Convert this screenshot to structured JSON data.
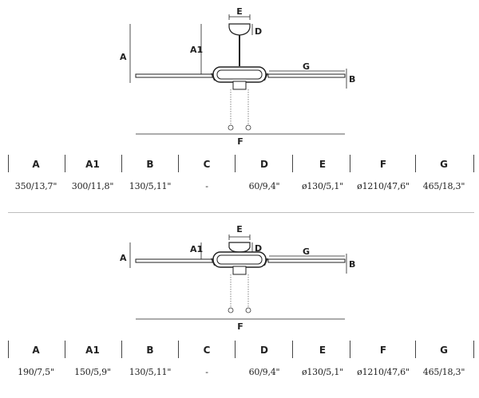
{
  "sections": [
    {
      "diagram": {
        "labels": {
          "a": "A",
          "a1": "A1",
          "b": "B",
          "d": "D",
          "e": "E",
          "f": "F",
          "g": "G"
        }
      },
      "table": {
        "headers": [
          "A",
          "A1",
          "B",
          "C",
          "D",
          "E",
          "F",
          "G"
        ],
        "values": [
          "350/13,7\"",
          "300/11,8\"",
          "130/5,11\"",
          "-",
          "60/9,4\"",
          "ø130/5,1\"",
          "ø1210/47,6\"",
          "465/18,3\""
        ]
      }
    },
    {
      "diagram": {
        "labels": {
          "a": "A",
          "a1": "A1",
          "b": "B",
          "d": "D",
          "e": "E",
          "f": "F",
          "g": "G"
        }
      },
      "table": {
        "headers": [
          "A",
          "A1",
          "B",
          "C",
          "D",
          "E",
          "F",
          "G"
        ],
        "values": [
          "190/7,5\"",
          "150/5,9\"",
          "130/5,11\"",
          "-",
          "60/9,4\"",
          "ø130/5,1\"",
          "ø1210/47,6\"",
          "465/18,3\""
        ]
      }
    }
  ]
}
